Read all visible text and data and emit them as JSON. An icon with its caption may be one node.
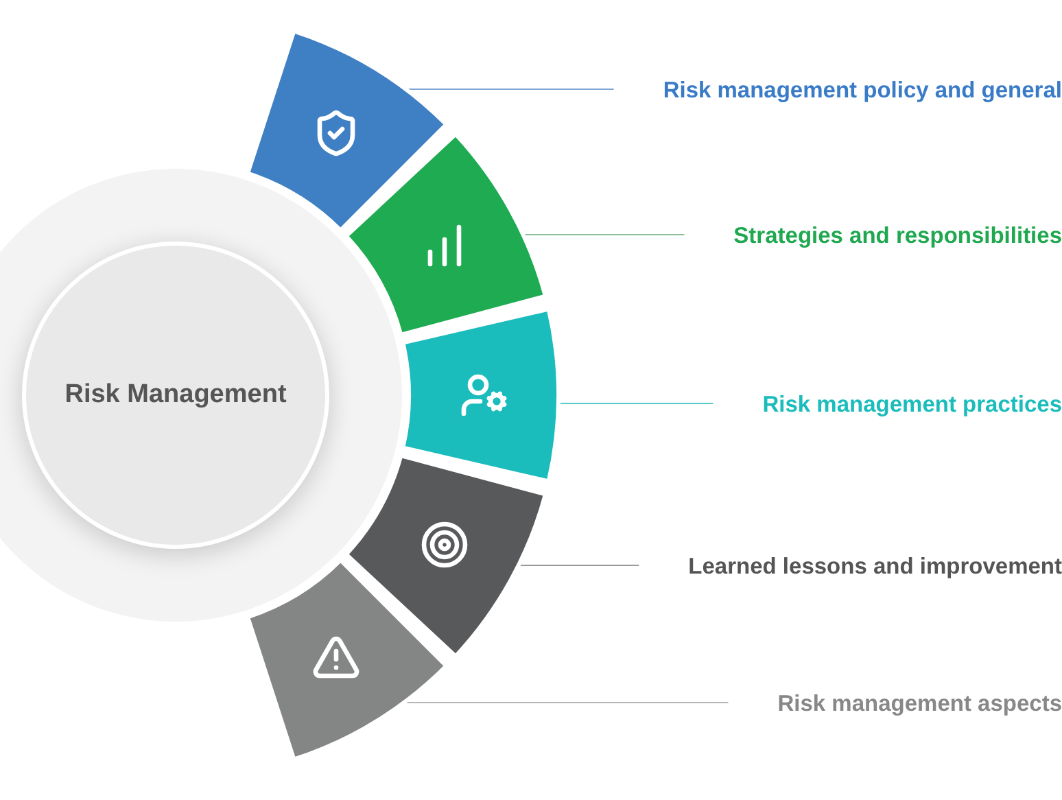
{
  "diagram": {
    "nodes": [
      {
        "text": [
          "Risk Management"
        ]
      },
      {
        "text": [],
        "shape": "sector"
      },
      {
        "text": [],
        "shape": "sector"
      },
      {
        "text": [],
        "shape": "sector"
      },
      {
        "text": [],
        "shape": "sector"
      },
      {
        "text": [],
        "shape": "sector"
      },
      {
        "text": [
          "Risk management policy and general"
        ]
      },
      {
        "text": [
          "Strategies and responsibilities"
        ]
      },
      {
        "text": [
          "Risk management practices"
        ]
      },
      {
        "text": [
          "Learned lessons and improvement"
        ]
      },
      {
        "text": [
          "Risk management aspects"
        ]
      }
    ],
    "edges": [
      {
        "from": 1,
        "to": 6,
        "arrow": "none",
        "color": "#7fa6d6"
      },
      {
        "from": 2,
        "to": 7,
        "arrow": "none",
        "color": "#8cbf9c"
      },
      {
        "from": 3,
        "to": 8,
        "arrow": "none",
        "color": "#5fcaca"
      },
      {
        "from": 4,
        "to": 9,
        "arrow": "none",
        "color": "#9a9a9a"
      },
      {
        "from": 5,
        "to": 10,
        "arrow": "none",
        "color": "#b5b5b5"
      }
    ]
  }
}
